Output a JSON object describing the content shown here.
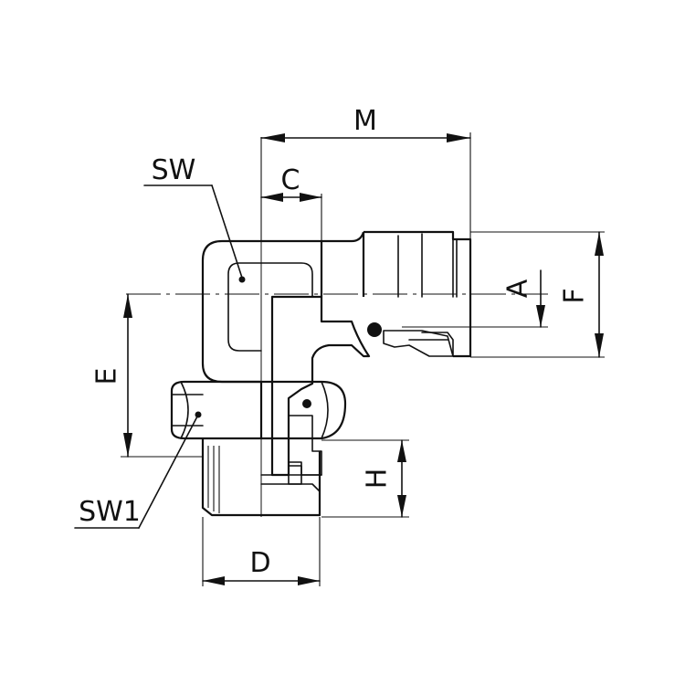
{
  "drawing": {
    "colors": {
      "line": "#111111",
      "background": "#ffffff",
      "hatch": "#111111"
    },
    "labels": {
      "M": "M",
      "C": "C",
      "SW": "SW",
      "A": "A",
      "F": "F",
      "E": "E",
      "SW1": "SW1",
      "H": "H",
      "D": "D"
    }
  }
}
